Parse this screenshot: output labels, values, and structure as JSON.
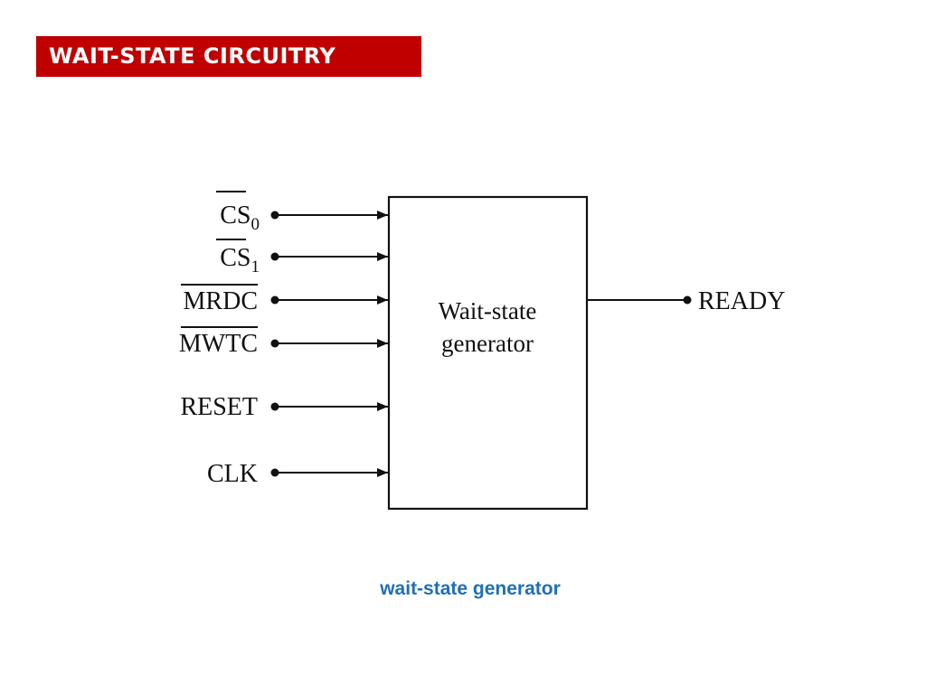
{
  "slide": {
    "title": "WAIT-STATE CIRCUITRY",
    "caption": "wait-state generator"
  },
  "diagram": {
    "block_label_line1": "Wait-state",
    "block_label_line2": "generator",
    "inputs": [
      {
        "name": "CS",
        "subscript": "0",
        "overbar": true
      },
      {
        "name": "CS",
        "subscript": "1",
        "overbar": true
      },
      {
        "name": "MRDC",
        "subscript": "",
        "overbar": true
      },
      {
        "name": "MWTC",
        "subscript": "",
        "overbar": true
      },
      {
        "name": "RESET",
        "subscript": "",
        "overbar": false
      },
      {
        "name": "CLK",
        "subscript": "",
        "overbar": false
      }
    ],
    "output": {
      "name": "READY"
    }
  },
  "colors": {
    "title_background": "#c00000",
    "title_text": "#ffffff",
    "caption_text": "#1f6fb5",
    "line": "#111111"
  }
}
